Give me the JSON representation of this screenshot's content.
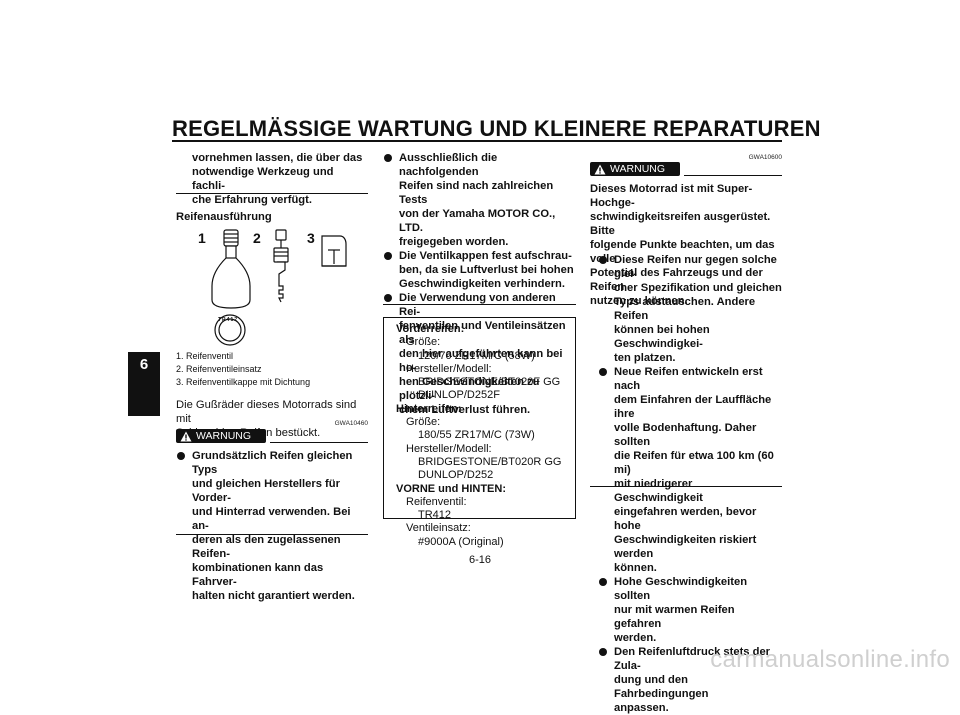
{
  "header": {
    "title": "REGELMÄSSIGE WARTUNG UND KLEINERE REPARATUREN"
  },
  "chapter_tab": "6",
  "col1": {
    "cont_lines": [
      "vornehmen lassen, die über das",
      "notwendige Werkzeug und fachli-",
      "che Erfahrung verfügt."
    ],
    "heading": "Reifenausführung",
    "figure_numbers": [
      "1",
      "2",
      "3"
    ],
    "valve_cap_text": "TR412",
    "captions": [
      "1. Reifenventil",
      "2. Reifenventileinsatz",
      "3. Reifenventilkappe mit Dichtung"
    ],
    "para": [
      "Die Gußräder dieses Motorrads sind mit",
      "Schlauchlos-Reifen bestückt."
    ],
    "code": "GWA10460",
    "warning_label": "WARNUNG",
    "bullet": [
      "Grundsätzlich Reifen gleichen Typs",
      "und gleichen Herstellers für Vorder-",
      "und Hinterrad verwenden. Bei an-",
      "deren als den zugelassenen Reifen-",
      "kombinationen kann das Fahrver-",
      "halten nicht garantiert werden."
    ]
  },
  "col2": {
    "bullets": [
      [
        "Ausschließlich die nachfolgenden",
        "Reifen sind nach zahlreichen Tests",
        "von der Yamaha MOTOR CO., LTD.",
        "freigegeben worden."
      ],
      [
        "Die Ventilkappen fest aufschrau-",
        "ben, da sie Luftverlust bei hohen",
        "Geschwindigkeiten verhindern."
      ],
      [
        "Die Verwendung von anderen Rei-",
        "fenventilen und Ventileinsätzen als",
        "den hier aufgeführten kann bei ho-",
        "hen Geschwindigkeiten zu plötzli-",
        "chem Luftverlust führen."
      ]
    ],
    "spec": {
      "front_label": "Vorderreifen:",
      "size_label": "Größe:",
      "front_size": "120/70 ZR17M/C (58W)",
      "maker_label": "Hersteller/Modell:",
      "front_models": [
        "BRIDGESTONE/BT020F GG",
        "DUNLOP/D252F"
      ],
      "rear_label": "Hinterreifen:",
      "rear_size": "180/55 ZR17M/C (73W)",
      "rear_models": [
        "BRIDGESTONE/BT020R GG",
        "DUNLOP/D252"
      ],
      "both_label": "VORNE und HINTEN:",
      "valve_label": "Reifenventil:",
      "valve_value": "TR412",
      "insert_label": "Ventileinsatz:",
      "insert_value": "#9000A (Original)"
    }
  },
  "col3": {
    "code": "GWA10600",
    "warning_label": "WARNUNG",
    "intro": [
      "Dieses Motorrad ist mit Super-Hochge-",
      "schwindigkeitsreifen ausgerüstet. Bitte",
      "folgende Punkte beachten, um das volle",
      "Potential des Fahrzeugs und der Reifen",
      "nutzen zu können."
    ],
    "bullets": [
      [
        "Diese Reifen nur gegen solche glei-",
        "cher Spezifikation und gleichen",
        "Typs austauschen. Andere Reifen",
        "können bei hohen Geschwindigkei-",
        "ten platzen."
      ],
      [
        "Neue Reifen entwickeln erst nach",
        "dem Einfahren der Lauffläche ihre",
        "volle Bodenhaftung. Daher sollten",
        "die Reifen für etwa 100 km (60 mi)",
        "mit niedrigerer Geschwindigkeit",
        "eingefahren werden, bevor hohe",
        "Geschwindigkeiten riskiert werden",
        "können."
      ],
      [
        "Hohe Geschwindigkeiten sollten",
        "nur mit warmen Reifen gefahren",
        "werden."
      ],
      [
        "Den Reifenluftdruck stets der Zula-",
        "dung und den Fahrbedingungen",
        "anpassen."
      ]
    ]
  },
  "footer": {
    "page_number": "6-16",
    "watermark": "carmanualsonline.info"
  },
  "colors": {
    "ink": "#111111",
    "watermark": "#cfcfcf",
    "background": "#ffffff"
  }
}
